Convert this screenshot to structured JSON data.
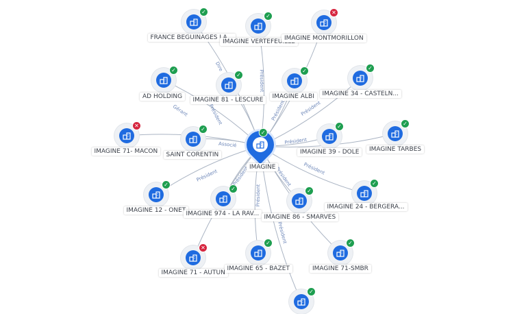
{
  "central": {
    "name": "IMAGINE",
    "status": "ok",
    "icon": "company-icon"
  },
  "colors": {
    "accent": "#1f6be0",
    "ok": "#1e9e50",
    "bad": "#d6263f",
    "edge": "#aab4c3",
    "edge_label": "#6c86b8"
  },
  "nodes": [
    {
      "name": "FRANCE BEGUINAGES LA...",
      "status": "ok",
      "edge": "Dire"
    },
    {
      "name": "IMAGINE VERTEFEUILLE",
      "status": "ok",
      "edge": "Président"
    },
    {
      "name": "IMAGINE MONTMORILLON",
      "status": "bad",
      "edge": ""
    },
    {
      "name": "AD HOLDING",
      "status": "ok",
      "edge": "Gérant"
    },
    {
      "name": "IMAGINE 81 - LESCURE",
      "status": "ok",
      "edge": "Président"
    },
    {
      "name": "IMAGINE ALBI",
      "status": "ok",
      "edge": "Président"
    },
    {
      "name": "IMAGINE 34 - CASTELN...",
      "status": "ok",
      "edge": "Président"
    },
    {
      "name": "IMAGINE 71- MACON",
      "status": "bad",
      "edge": ""
    },
    {
      "name": "SAINT CORENTIN",
      "status": "ok",
      "edge": "Associé"
    },
    {
      "name": "IMAGINE 39 - DOLE",
      "status": "ok",
      "edge": "Président"
    },
    {
      "name": "IMAGINE TARBES",
      "status": "ok",
      "edge": ""
    },
    {
      "name": "IMAGINE 12 - ONET",
      "status": "ok",
      "edge": "Président"
    },
    {
      "name": "IMAGINE 974 - LA RAV...",
      "status": "ok",
      "edge": "Président"
    },
    {
      "name": "IMAGINE 86 - SMARVES",
      "status": "ok",
      "edge": "Président"
    },
    {
      "name": "IMAGINE 24 - BERGERA...",
      "status": "ok",
      "edge": "Président"
    },
    {
      "name": "IMAGINE 71 - AUTUN",
      "status": "bad",
      "edge": ""
    },
    {
      "name": "IMAGINE 65 - BAZET",
      "status": "ok",
      "edge": "Président"
    },
    {
      "name": "IMAGINE 71-SMBR",
      "status": "ok",
      "edge": ""
    },
    {
      "name": "",
      "status": "ok",
      "edge": "Président"
    }
  ]
}
